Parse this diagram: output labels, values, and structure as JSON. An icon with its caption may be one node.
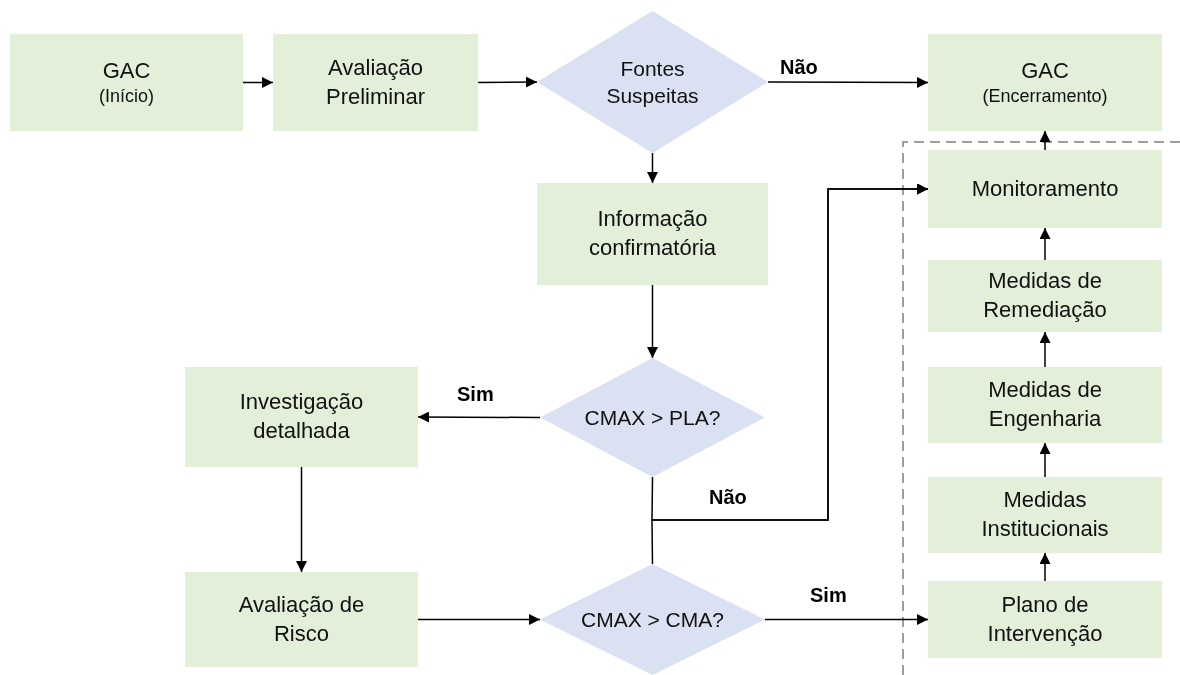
{
  "diagram": {
    "nodes": [
      {
        "text": [
          "GAC",
          "(Início)"
        ]
      },
      {
        "text": [
          "Avaliação Preliminar"
        ]
      },
      {
        "text": [
          "Fontes Suspeitas"
        ]
      },
      {
        "text": [
          "GAC",
          "(Encerramento)"
        ]
      },
      {
        "text": [
          "Informação confirmatória"
        ]
      },
      {
        "text": [
          "Investigação detalhada"
        ]
      },
      {
        "text": [
          "CMAX > PLA?"
        ]
      },
      {
        "text": [
          "Monitoramento"
        ]
      },
      {
        "text": [
          "Medidas de Remediação"
        ]
      },
      {
        "text": [
          "Medidas de Engenharia"
        ]
      },
      {
        "text": [
          "Medidas Institucionais"
        ]
      },
      {
        "text": [
          "Avaliação de Risco"
        ]
      },
      {
        "text": [
          "CMAX > CMA?"
        ]
      },
      {
        "text": [
          "Plano de Intervenção"
        ]
      }
    ],
    "edges": [
      {
        "from": 0,
        "to": 1,
        "arrow": "to"
      },
      {
        "from": 1,
        "to": 2,
        "arrow": "to"
      },
      {
        "from": 2,
        "to": 3,
        "arrow": "to",
        "label": "Não"
      },
      {
        "from": 2,
        "to": 4,
        "arrow": "to"
      },
      {
        "from": 4,
        "to": 6,
        "arrow": "to"
      },
      {
        "from": 6,
        "to": 5,
        "arrow": "to",
        "label": "Sim"
      },
      {
        "from": 5,
        "to": 11,
        "arrow": "to"
      },
      {
        "from": 11,
        "to": 12,
        "arrow": "to"
      },
      {
        "from": 12,
        "to": 13,
        "arrow": "to",
        "label": "Sim"
      },
      {
        "from": 6,
        "to": 7,
        "arrow": "to",
        "label": "Não"
      },
      {
        "from": 12,
        "to": 7,
        "arrow": "to"
      },
      {
        "from": 13,
        "to": 10,
        "arrow": "to"
      },
      {
        "from": 10,
        "to": 9,
        "arrow": "to"
      },
      {
        "from": 9,
        "to": 8,
        "arrow": "to"
      },
      {
        "from": 8,
        "to": 7,
        "arrow": "to"
      },
      {
        "from": 7,
        "to": 3,
        "arrow": "to"
      }
    ]
  }
}
